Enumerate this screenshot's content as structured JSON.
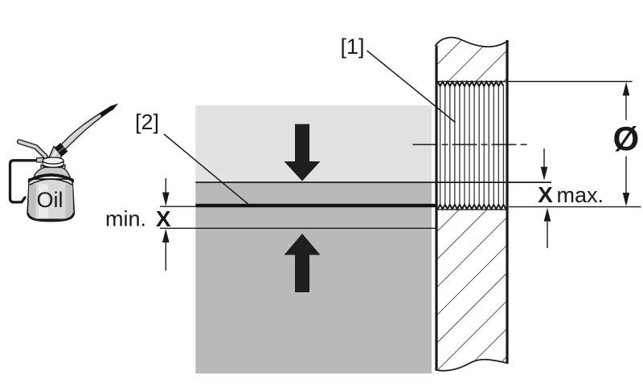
{
  "diagram": {
    "description": "sealing and lubrication cross-section diagram",
    "callouts": {
      "thread": "[1]",
      "seal": "[2]"
    },
    "dimensions": {
      "min_label": "min.",
      "min_symbol": "X",
      "max_symbol": "X",
      "max_label": "max.",
      "diameter_symbol": "Ø"
    },
    "oil_can": {
      "label": "Oil"
    },
    "colors": {
      "background": "#ffffff",
      "upper_part_gray": "#e2e2e2",
      "lower_part_gray": "#b9b9b9",
      "ink": "#1a1a1a"
    }
  }
}
